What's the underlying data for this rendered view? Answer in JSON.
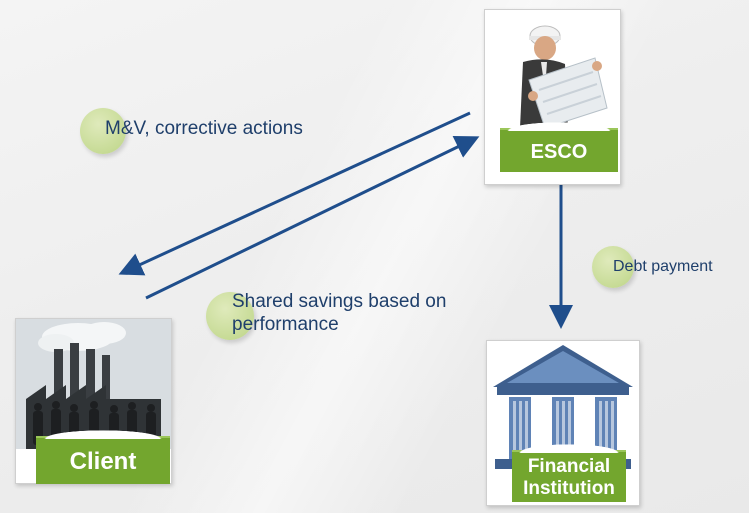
{
  "nodes": {
    "esco": {
      "label": "ESCO"
    },
    "client": {
      "label": "Client"
    },
    "financial": {
      "label_line1": "Financial",
      "label_line2": "Institution"
    }
  },
  "edges": {
    "mv": {
      "label": "M&V, corrective actions"
    },
    "shared": {
      "label_line1": "Shared savings based on",
      "label_line2": "performance"
    },
    "debt": {
      "label": "Debt payment"
    }
  },
  "colors": {
    "arrow": "#1f4e8c",
    "tag_green": "#73a62e",
    "bubble": "#c7db96",
    "text": "#1f3f6b"
  }
}
